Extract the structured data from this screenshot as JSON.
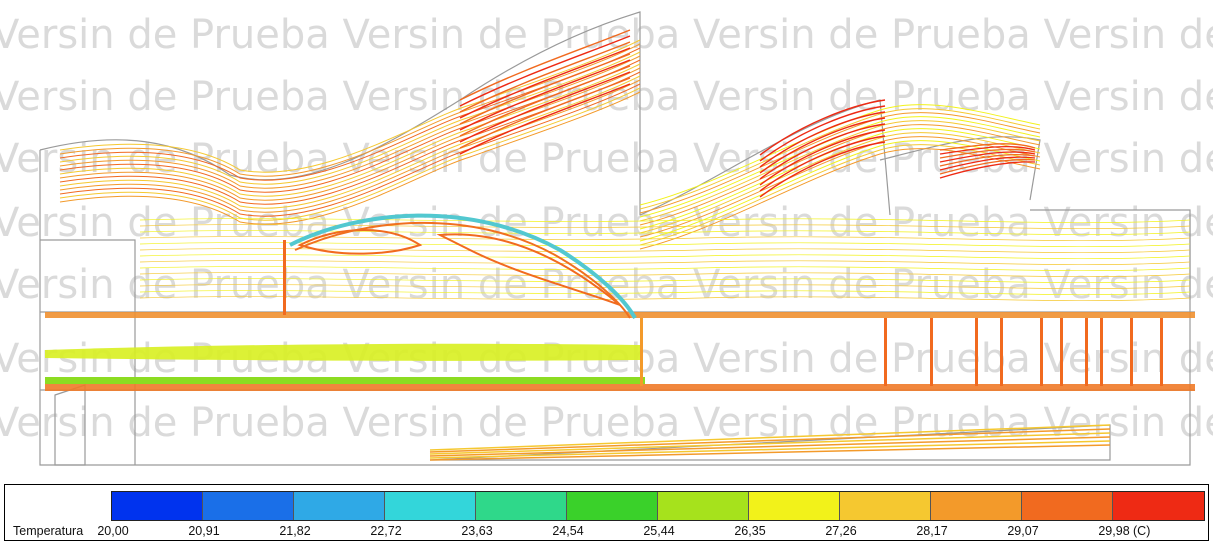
{
  "watermark": "Versin de Prueba",
  "legend": {
    "title": "Temperatura",
    "unit": "(C)",
    "ticks": [
      "20,00",
      "20,91",
      "21,82",
      "22,72",
      "23,63",
      "24,54",
      "25,44",
      "26,35",
      "27,26",
      "28,17",
      "29,07",
      "29,98"
    ],
    "colors": [
      "#0033ee",
      "#1a6fe8",
      "#2fa9e6",
      "#33d6da",
      "#2fd88a",
      "#3ad12a",
      "#a6e21c",
      "#f2f21a",
      "#f5c830",
      "#f39a2a",
      "#f16a1f",
      "#ee2a14"
    ]
  }
}
